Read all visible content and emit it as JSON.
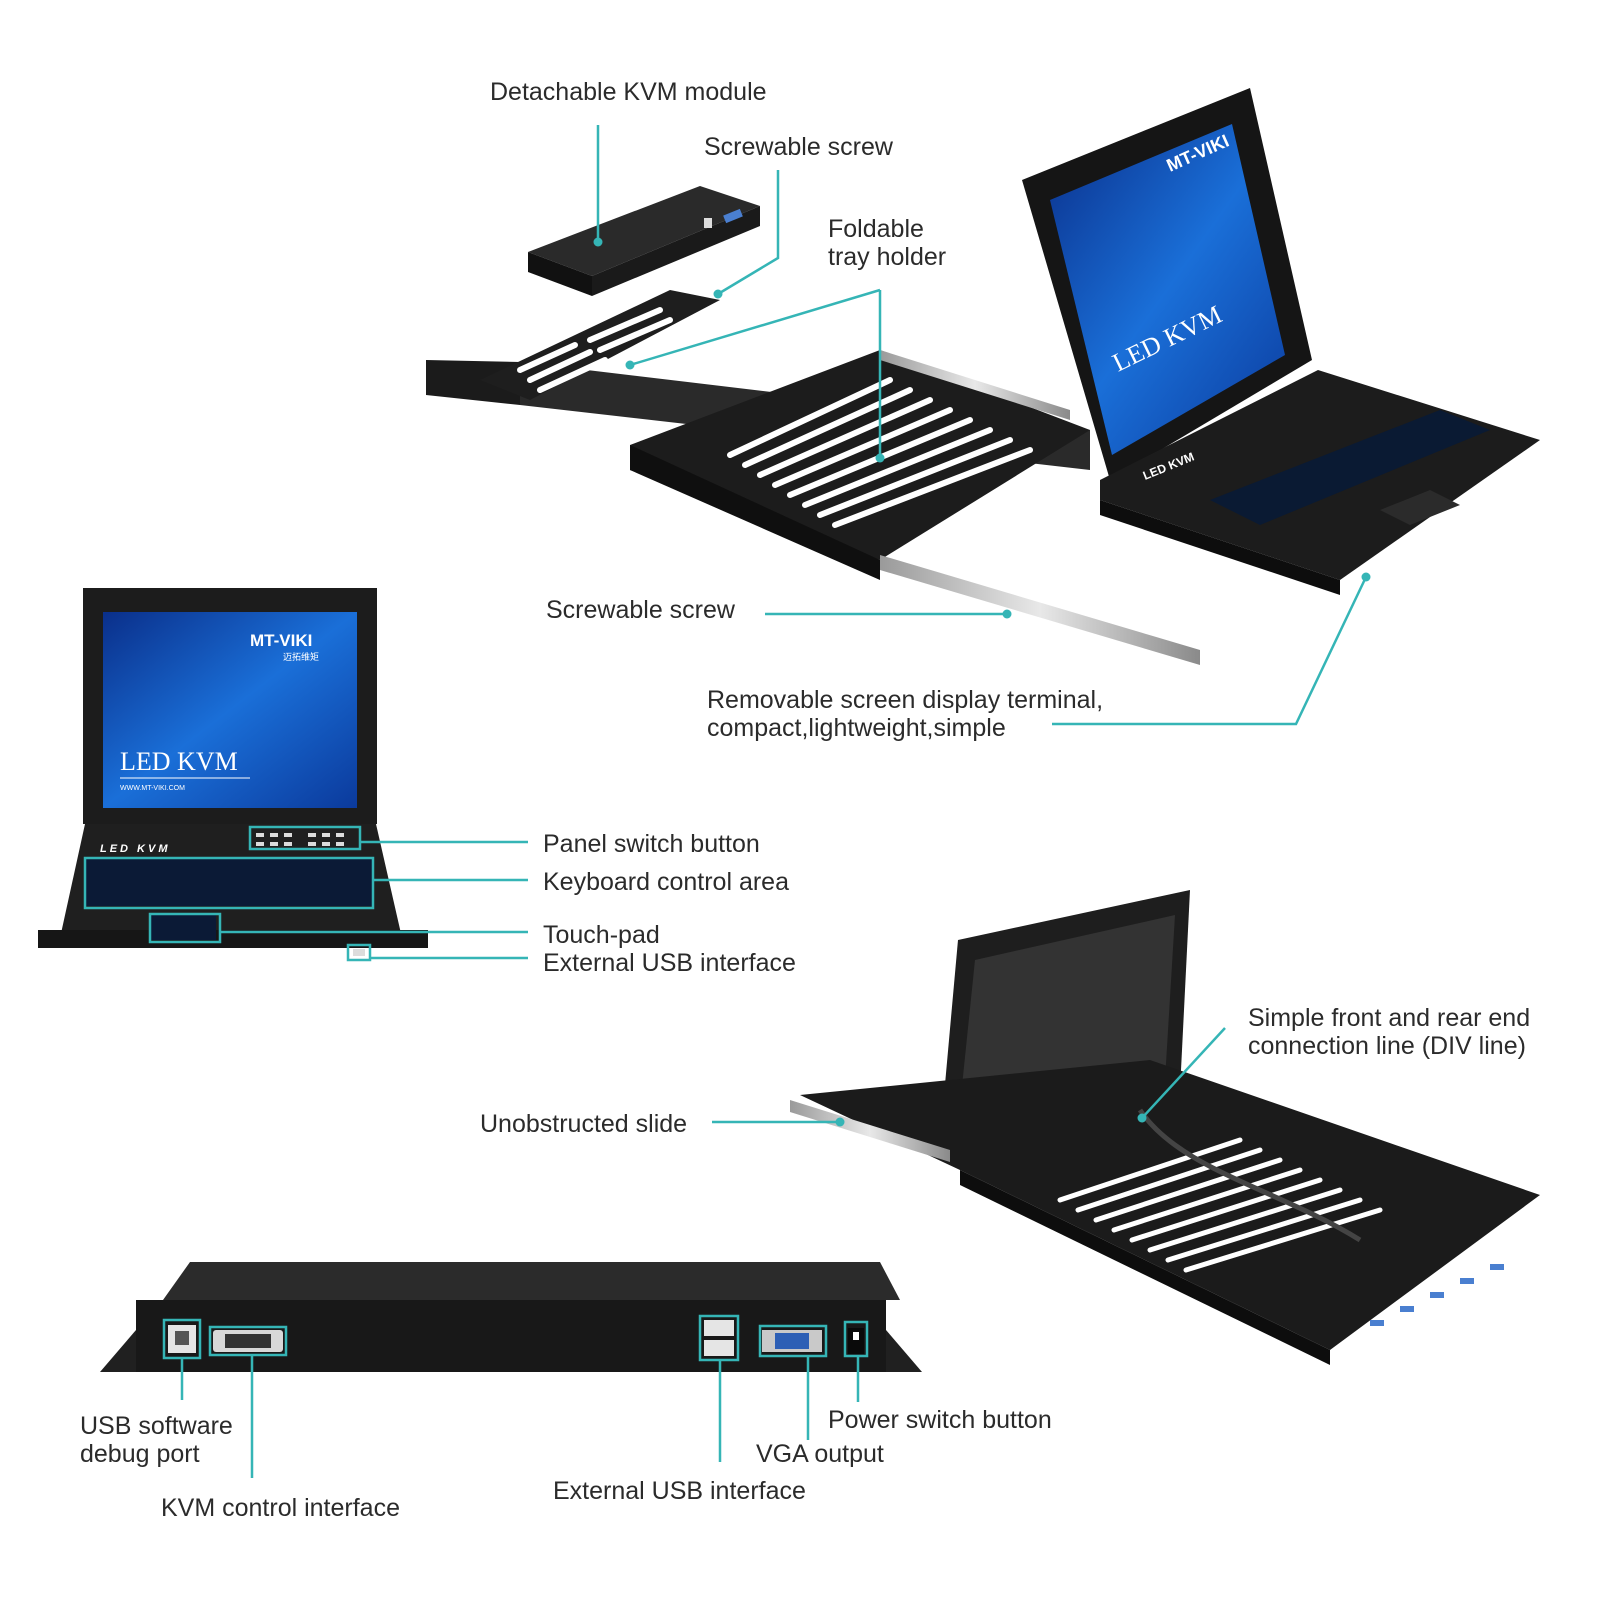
{
  "colors": {
    "leader": "#35b5b6",
    "device": "#1c1c1c",
    "screen": "#1a5fc7",
    "background": "#ffffff"
  },
  "screen_brand": "MT-VIKI",
  "screen_brand_sub": "迈拓维矩",
  "screen_title": "LED KVM",
  "screen_url": "WWW.MT-VIKI.COM",
  "labels": {
    "detachable_kvm_module": "Detachable KVM module",
    "screwable_screw_top": "Screwable screw",
    "foldable_tray_holder_1": "Foldable",
    "foldable_tray_holder_2": "tray holder",
    "screwable_screw_mid": "Screwable screw",
    "removable_screen_1": "Removable screen display terminal,",
    "removable_screen_2": "compact,lightweight,simple",
    "panel_switch_button": "Panel switch button",
    "keyboard_control_area": "Keyboard control area",
    "touch_pad": "Touch-pad",
    "external_usb_interface_front": "External USB interface",
    "simple_connection_1": "Simple front and rear end",
    "simple_connection_2": "connection line (DIV line)",
    "unobstructed_slide": "Unobstructed slide",
    "usb_software_debug_port_1": "USB software",
    "usb_software_debug_port_2": "debug port",
    "kvm_control_interface": "KVM control interface",
    "external_usb_interface_rear": "External USB interface",
    "vga_output": "VGA output",
    "power_switch_button": "Power switch button"
  }
}
